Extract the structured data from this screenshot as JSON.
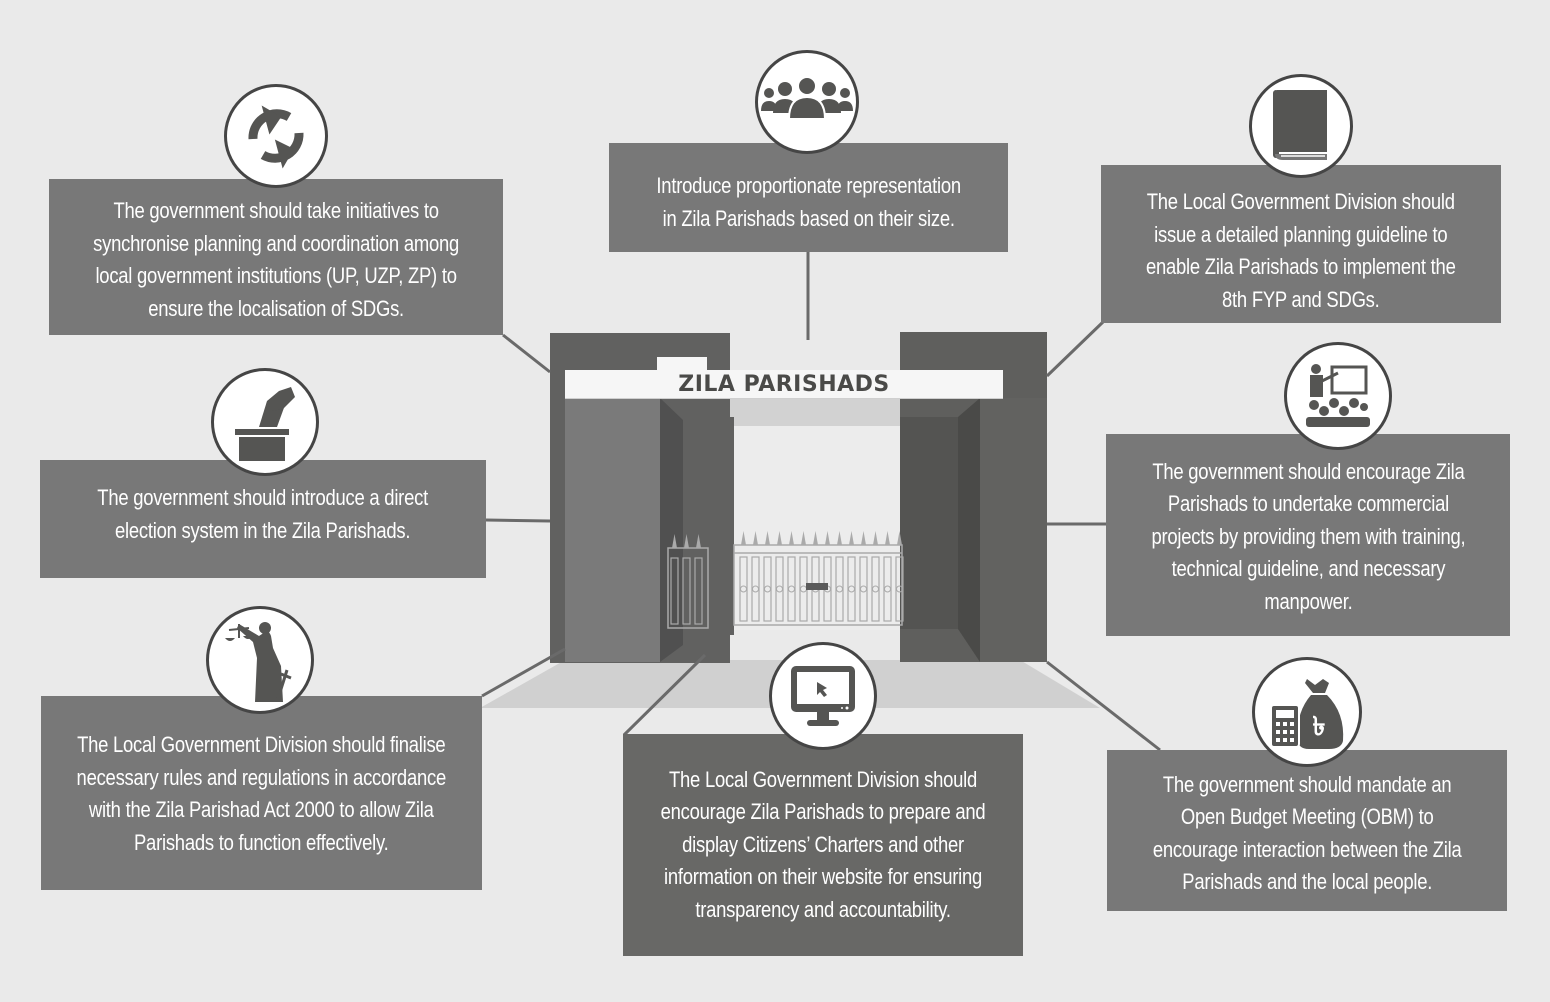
{
  "title": "ZILA PARISHADS",
  "colors": {
    "background": "#eaeaea",
    "box": "#787878",
    "box_dark": "#686866",
    "icon": "#575755",
    "pillar_dark": "#5f5f5d",
    "pillar_mid": "#7a7a7a",
    "floor": "#d0d0d0"
  },
  "recommendations": [
    {
      "id": "synchronise-planning",
      "icon": "refresh-icon",
      "lines": [
        "The government should take initiatives to",
        "synchronise planning and coordination among",
        "local government institutions (UP, UZP, ZP) to",
        "ensure the localisation of SDGs."
      ]
    },
    {
      "id": "proportionate-representation",
      "icon": "group-icon",
      "lines": [
        "Introduce proportionate representation",
        "in Zila Parishads based on their size."
      ]
    },
    {
      "id": "planning-guideline",
      "icon": "book-icon",
      "lines": [
        "The Local Government Division should",
        "issue a detailed planning guideline to",
        "enable Zila Parishads to implement the",
        "8th FYP and SDGs."
      ]
    },
    {
      "id": "direct-election",
      "icon": "ballot-box-icon",
      "lines": [
        "The government should introduce a direct",
        "election system in the Zila Parishads."
      ]
    },
    {
      "id": "commercial-projects",
      "icon": "training-icon",
      "lines": [
        "The government should encourage Zila",
        "Parishads to undertake commercial",
        "projects by providing them with training,",
        "technical guideline, and necessary",
        "manpower."
      ]
    },
    {
      "id": "rules-regulations",
      "icon": "justice-statue-icon",
      "lines": [
        "The Local Government Division should finalise",
        "necessary rules and regulations in accordance",
        "with the Zila Parishad Act 2000 to allow Zila",
        "Parishads to function effectively."
      ]
    },
    {
      "id": "citizens-charters",
      "icon": "computer-monitor-icon",
      "lines": [
        "The Local Government Division should",
        "encourage Zila Parishads to prepare and",
        "display Citizens’ Charters and other",
        "information on their website for ensuring",
        "transparency and accountability."
      ]
    },
    {
      "id": "open-budget-meeting",
      "icon": "budget-calculator-money-bag-icon",
      "lines": [
        "The government should mandate an",
        "Open Budget Meeting (OBM) to",
        "encourage interaction between the Zila",
        "Parishads and the local people."
      ]
    }
  ]
}
